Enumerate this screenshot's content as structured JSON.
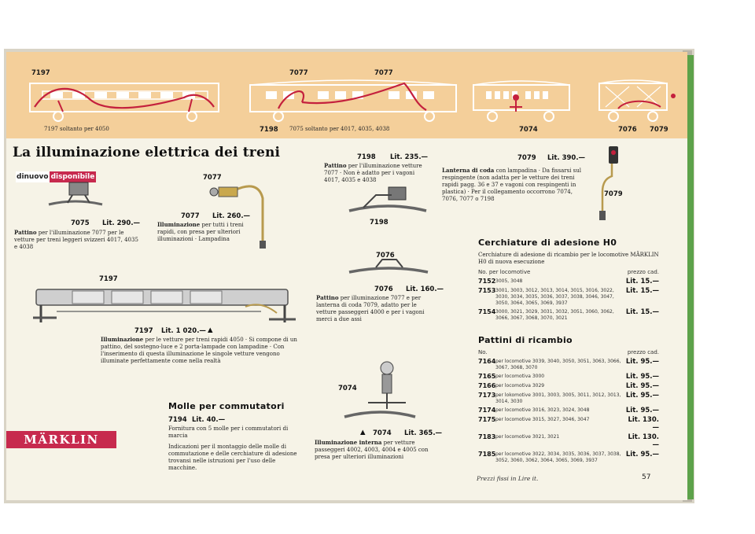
{
  "band": {
    "codes": [
      "7197",
      "7077",
      "7077",
      "7198",
      "7074",
      "7076",
      "7079"
    ],
    "captions": {
      "left": "7197 soltanto per 4050",
      "middle": "7075 soltanto per 4017, 4035, 4038"
    }
  },
  "heading": "La illuminazione elettrica dei treni",
  "badge": {
    "part1": "dinuovo",
    "part2": "disponibile"
  },
  "products": {
    "p7075": {
      "number": "7075",
      "price": "Lit. 290.—",
      "desc_bold": "Pattino",
      "desc_rest": " per l'illuminazione 7077 per le vetture per treni leggeri svizzeri 4017, 4035 e 4038"
    },
    "p7077": {
      "label": "7077",
      "number": "7077",
      "price": "Lit. 260.—",
      "desc_bold": "Illuminazione",
      "desc_rest": " per tutti i treni rapidi, con presa per ulteriori illuminazioni · Lampadina"
    },
    "p7198": {
      "number": "7198",
      "price": "Lit. 235.—",
      "label": "7198",
      "desc_bold": "Pattino",
      "desc_rest": " per l'illuminazione vetture 7077 · Non è adatto per i vagoni 4017, 4035 e 4038"
    },
    "p7079": {
      "number": "7079",
      "price": "Lit. 390.—",
      "label": "7079",
      "desc_bold": "Lanterna di coda",
      "desc_rest": " con lampadina · Da fissarsi sul respingente (non adatta per le vetture dei treni rapidi pagg. 36 e 37 e vagoni con respingenti in plastica) · Per il collegamento occorrono 7074, 7076, 7077 o 7198"
    },
    "p7076": {
      "label": "7076",
      "number": "7076",
      "price": "Lit. 160.—",
      "desc_bold": "Pattino",
      "desc_rest": " per illuminazione 7077 e per lanterna di coda 7079, adatto per le vetture passeggeri 4000 e per i vagoni merci a due assi"
    },
    "p7197": {
      "label": "7197",
      "number": "7197",
      "price": "Lit. 1 020.—",
      "marker": "▲",
      "desc_bold": "Illuminazione",
      "desc_rest": " per le vetture per treni rapidi 4050 · Si compone di un pattino, del sostegno-luce e 2 porta-lampade con lampadine · Con l'inserimento di questa illuminazione le singole vetture vengono illuminate perfettamente come nella realtà"
    },
    "p7074": {
      "label": "7074",
      "marker": "▲",
      "number": "7074",
      "price": "Lit. 365.—",
      "desc_bold": "Illuminazione interna",
      "desc_rest": " per vetture passeggeri 4002, 4003, 4004 e 4005 con presa per ulteriori illuminazioni"
    }
  },
  "molle": {
    "title": "Molle per commutatori",
    "number": "7194",
    "price": "Lit. 40.—",
    "desc": "Fornitura con 5 molle per i commutatori di marcia",
    "note": "Indicazioni per il montaggio delle molle di commutazione e delle cerchiature di adesione trovansi nelle istruzioni per l'uso delle macchine."
  },
  "marklin": "MÄRKLIN",
  "cerchiature": {
    "title": "Cerchiature di adesione H0",
    "intro": "Cerchiature di adesione di ricambio per le locomotive MÄRKLIN H0 di nuova esecuzione",
    "head_left": "No.   per locomotive",
    "head_right": "prezzo cad.",
    "rows": [
      {
        "no": "7152",
        "locos": "3005, 3048",
        "price": "Lit. 15.—"
      },
      {
        "no": "7153",
        "locos": "3001, 3003, 3012, 3013, 3014, 3015, 3016, 3022, 3030, 3034, 3035, 3036, 3037, 3038, 3046, 3047, 3050, 3064, 3065, 3069, 3937",
        "price": "Lit. 15.—"
      },
      {
        "no": "7154",
        "locos": "3000, 3021, 3029, 3031, 3032, 3051, 3060, 3062, 3066, 3067, 3068, 3070, 3021",
        "price": "Lit. 15.—"
      }
    ]
  },
  "pattini": {
    "title": "Pattini di ricambio",
    "head_left": "No.",
    "head_right": "prezzo cad.",
    "rows": [
      {
        "no": "7164",
        "locos": "per locomotive  3039, 3040, 3050, 3051, 3063, 3066, 3067, 3068, 3070",
        "price": "Lit. 95.—"
      },
      {
        "no": "7165",
        "locos": "per locomotiva  3000",
        "price": "Lit. 95.—"
      },
      {
        "no": "7166",
        "locos": "per locomotiva  3029",
        "price": "Lit. 95.—"
      },
      {
        "no": "7173",
        "locos": "per lokomotive  3001, 3003, 3005, 3011, 3012, 3013, 3014, 3030",
        "price": "Lit. 95.—"
      },
      {
        "no": "7174",
        "locos": "per locomotive  3016, 3023, 3024, 3048",
        "price": "Lit. 95.—"
      },
      {
        "no": "7175",
        "locos": "per locomotive  3015, 3027, 3046, 3047",
        "price": "Lit. 130.—"
      },
      {
        "no": "7183",
        "locos": "per locomotive  3021, 3021",
        "price": "Lit. 130.—"
      },
      {
        "no": "7185",
        "locos": "per locomotive  3022, 3034, 3035, 3036, 3037, 3038, 3052, 3060, 3062, 3064, 3065, 3069, 3937",
        "price": "Lit. 95.—"
      }
    ]
  },
  "footer": {
    "note": "Prezzi fissi in Lire it.",
    "page": "57"
  },
  "colors": {
    "band": "#f4cf9a",
    "paper": "#f6f3e7",
    "accent": "#c72a4e",
    "edge": "#5da24a"
  }
}
